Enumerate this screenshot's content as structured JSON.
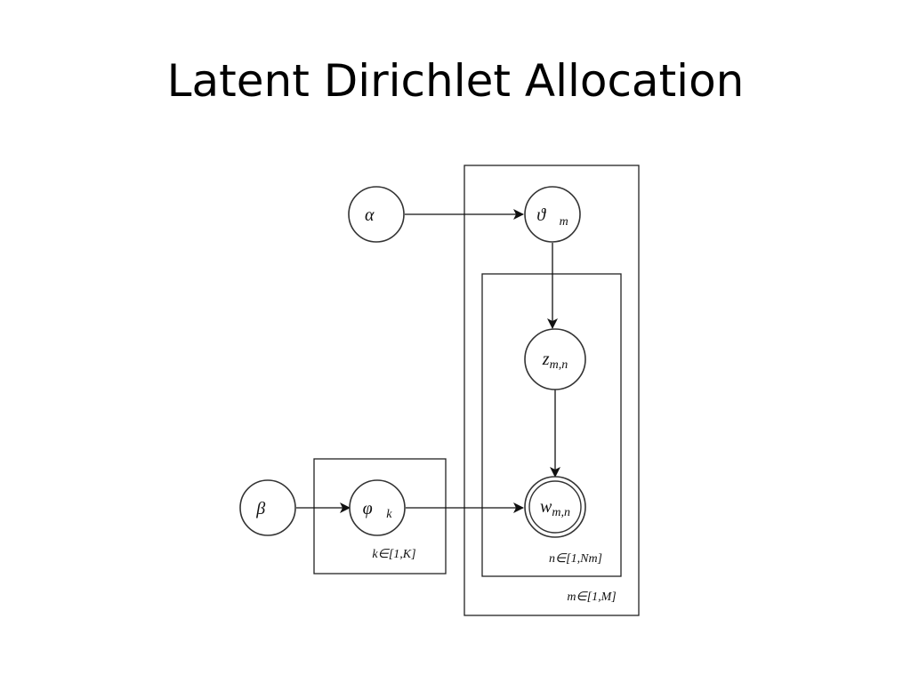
{
  "title": "Latent Dirichlet Allocation",
  "nodes": {
    "alpha": "α⃗",
    "theta": "ϑ⃗",
    "theta_sub": "m",
    "z": "z",
    "z_sub": "m,n",
    "w": "w",
    "w_sub": "m,n",
    "beta": "β⃗",
    "phi": "φ⃗",
    "phi_sub": "k"
  },
  "plates": {
    "topics": "k∈[1,K]",
    "words": "n∈[1,Nm]",
    "documents": "m∈[1,M]"
  },
  "colors": {
    "stroke": "#333333",
    "background": "#ffffff"
  }
}
